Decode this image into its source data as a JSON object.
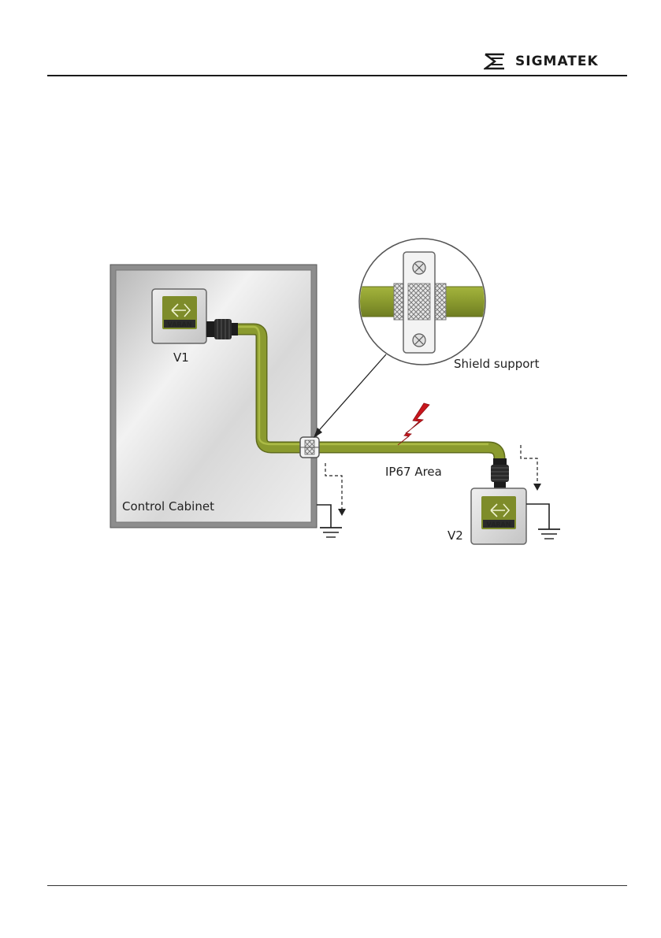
{
  "header": {
    "brand": "SIGMATEK"
  },
  "diagram": {
    "module1_label": "V1",
    "module2_label": "V2",
    "module_badge": "VARAN",
    "shield_label": "Shield support",
    "area_label": "IP67 Area",
    "cabinet_label": "Control Cabinet"
  },
  "colors": {
    "cable": "#8a9a2e",
    "module_badge_bg": "#7e8c2a",
    "lightning": "#c8161d",
    "cabinet_frame": "#9a9a9a"
  }
}
